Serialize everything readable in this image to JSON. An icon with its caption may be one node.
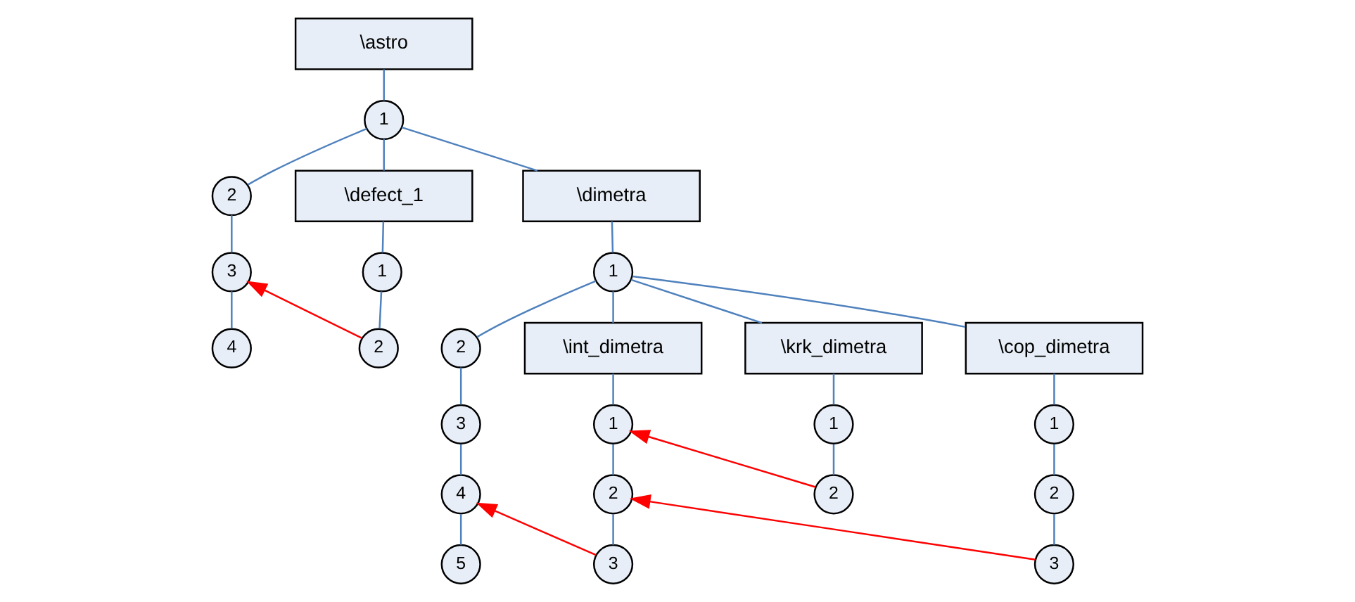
{
  "diagram": {
    "nodes": [
      {
        "text": [
          "\\astro"
        ]
      },
      {
        "text": [
          "1"
        ]
      },
      {
        "text": [
          "2"
        ]
      },
      {
        "text": [
          "3"
        ]
      },
      {
        "text": [
          "4"
        ]
      },
      {
        "text": [
          "\\defect_1"
        ]
      },
      {
        "text": [
          "1"
        ]
      },
      {
        "text": [
          "2"
        ]
      },
      {
        "text": [
          "\\dimetra"
        ]
      },
      {
        "text": [
          "1"
        ]
      },
      {
        "text": [
          "2"
        ]
      },
      {
        "text": [
          "3"
        ]
      },
      {
        "text": [
          "4"
        ]
      },
      {
        "text": [
          "5"
        ]
      },
      {
        "text": [
          "\\int_dimetra"
        ]
      },
      {
        "text": [
          "1"
        ]
      },
      {
        "text": [
          "2"
        ]
      },
      {
        "text": [
          "3"
        ]
      },
      {
        "text": [
          "\\krk_dimetra"
        ]
      },
      {
        "text": [
          "1"
        ]
      },
      {
        "text": [
          "2"
        ]
      },
      {
        "text": [
          "\\cop_dimetra"
        ]
      },
      {
        "text": [
          "1"
        ]
      },
      {
        "text": [
          "2"
        ]
      },
      {
        "text": [
          "3"
        ]
      }
    ],
    "edges": [
      {
        "from": 0,
        "to": 1,
        "arrow": "none"
      },
      {
        "from": 1,
        "to": 2,
        "arrow": "none"
      },
      {
        "from": 2,
        "to": 3,
        "arrow": "none"
      },
      {
        "from": 3,
        "to": 4,
        "arrow": "none"
      },
      {
        "from": 1,
        "to": 5,
        "arrow": "none"
      },
      {
        "from": 5,
        "to": 6,
        "arrow": "none"
      },
      {
        "from": 6,
        "to": 7,
        "arrow": "none"
      },
      {
        "from": 1,
        "to": 8,
        "arrow": "none"
      },
      {
        "from": 8,
        "to": 9,
        "arrow": "none"
      },
      {
        "from": 9,
        "to": 10,
        "arrow": "none"
      },
      {
        "from": 10,
        "to": 11,
        "arrow": "none"
      },
      {
        "from": 11,
        "to": 12,
        "arrow": "none"
      },
      {
        "from": 12,
        "to": 13,
        "arrow": "none"
      },
      {
        "from": 9,
        "to": 14,
        "arrow": "none"
      },
      {
        "from": 14,
        "to": 15,
        "arrow": "none"
      },
      {
        "from": 15,
        "to": 16,
        "arrow": "none"
      },
      {
        "from": 16,
        "to": 17,
        "arrow": "none"
      },
      {
        "from": 9,
        "to": 18,
        "arrow": "none"
      },
      {
        "from": 18,
        "to": 19,
        "arrow": "none"
      },
      {
        "from": 19,
        "to": 20,
        "arrow": "none"
      },
      {
        "from": 9,
        "to": 21,
        "arrow": "none"
      },
      {
        "from": 21,
        "to": 22,
        "arrow": "none"
      },
      {
        "from": 22,
        "to": 23,
        "arrow": "none"
      },
      {
        "from": 23,
        "to": 24,
        "arrow": "none"
      },
      {
        "from": 7,
        "to": 3,
        "arrow": "to",
        "color": "#ff0000"
      },
      {
        "from": 17,
        "to": 12,
        "arrow": "to",
        "color": "#ff0000"
      },
      {
        "from": 20,
        "to": 15,
        "arrow": "to",
        "color": "#ff0000"
      },
      {
        "from": 24,
        "to": 16,
        "arrow": "to",
        "color": "#ff0000"
      }
    ]
  }
}
